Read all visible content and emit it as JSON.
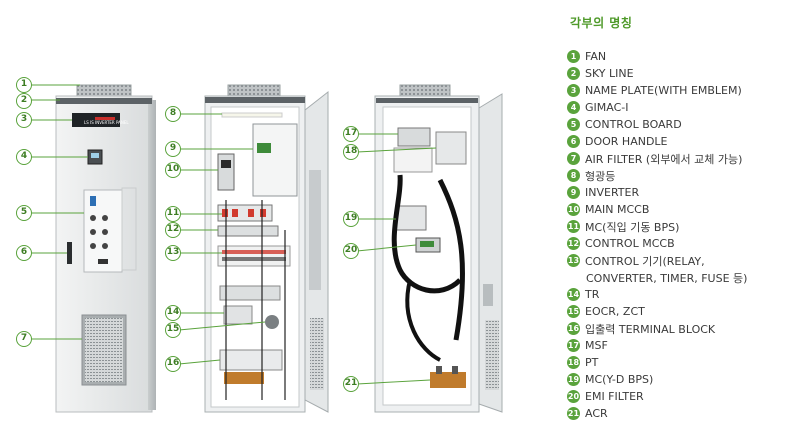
{
  "legend": {
    "title": "각부의 명칭",
    "items": [
      {
        "num": "1",
        "label": "FAN"
      },
      {
        "num": "2",
        "label": "SKY LINE"
      },
      {
        "num": "3",
        "label": "NAME PLATE(WITH EMBLEM)"
      },
      {
        "num": "4",
        "label": "GIMAC-Ⅰ"
      },
      {
        "num": "5",
        "label": "CONTROL BOARD"
      },
      {
        "num": "6",
        "label": "DOOR HANDLE"
      },
      {
        "num": "7",
        "label": "AIR FILTER (외부에서 교체 가능)"
      },
      {
        "num": "8",
        "label": "형광등"
      },
      {
        "num": "9",
        "label": "INVERTER"
      },
      {
        "num": "10",
        "label": "MAIN MCCB"
      },
      {
        "num": "11",
        "label": "MC(직입 기동 BPS)"
      },
      {
        "num": "12",
        "label": "CONTROL MCCB"
      },
      {
        "num": "13",
        "label": "CONTROL 기기(RELAY,"
      },
      {
        "num": "",
        "label": "CONVERTER, TIMER, FUSE 등)"
      },
      {
        "num": "14",
        "label": "TR"
      },
      {
        "num": "15",
        "label": "EOCR, ZCT"
      },
      {
        "num": "16",
        "label": "입출력 TERMINAL BLOCK"
      },
      {
        "num": "17",
        "label": "MSF"
      },
      {
        "num": "18",
        "label": "PT"
      },
      {
        "num": "19",
        "label": "MC(Y-D BPS)"
      },
      {
        "num": "20",
        "label": "EMI FILTER"
      },
      {
        "num": "21",
        "label": "ACR"
      }
    ]
  },
  "callouts": {
    "c1": "1",
    "c2": "2",
    "c3": "3",
    "c4": "4",
    "c5": "5",
    "c6": "6",
    "c7": "7",
    "c8": "8",
    "c9": "9",
    "c10": "10",
    "c11": "11",
    "c12": "12",
    "c13": "13",
    "c14": "14",
    "c15": "15",
    "c16": "16",
    "c17": "17",
    "c18": "18",
    "c19": "19",
    "c20": "20",
    "c21": "21"
  },
  "nameplate_text": "LS IS INVERTER PANEL",
  "colors": {
    "accent": "#5aa33c",
    "cabinet": "#e9ebec",
    "panel_edge": "#c9cccd"
  }
}
